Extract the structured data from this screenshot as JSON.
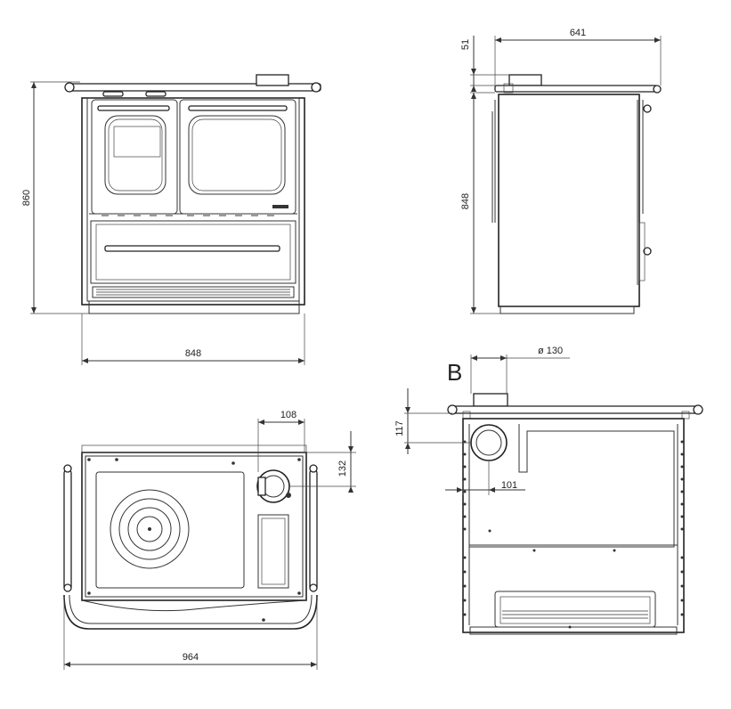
{
  "views": {
    "front": {
      "width_label": "848",
      "height_label": "860"
    },
    "side": {
      "depth_label": "641",
      "top_offset_label": "51",
      "body_height_label": "848"
    },
    "top": {
      "width_label": "964",
      "flue_offset_x_label": "108",
      "flue_offset_y_label": "132"
    },
    "rear": {
      "view_letter": "B",
      "flue_diameter_label": "ø 130",
      "flue_height_label": "117",
      "flue_center_label": "101"
    }
  }
}
